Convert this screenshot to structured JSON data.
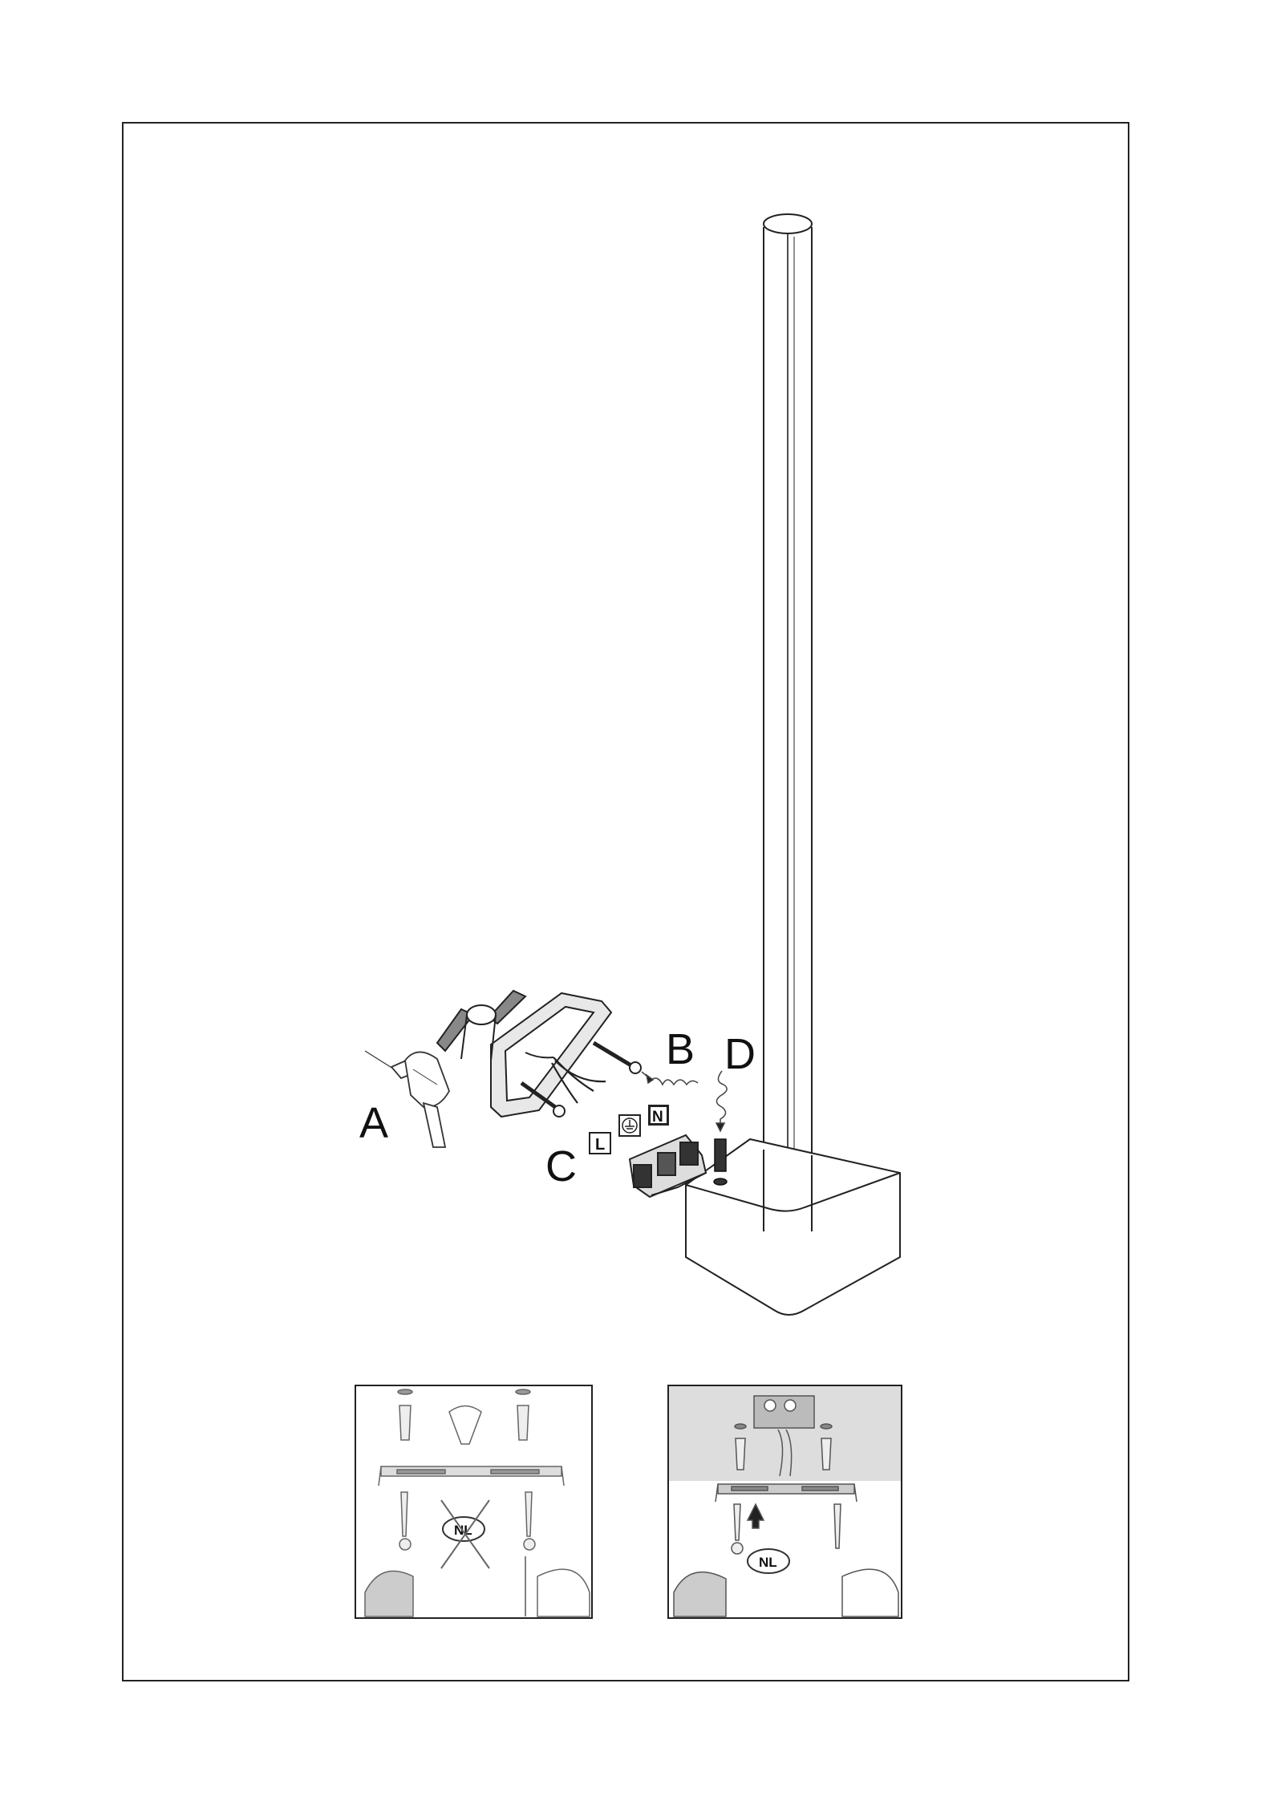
{
  "labels": {
    "a": "A",
    "b": "B",
    "c": "C",
    "d": "D",
    "l": "L",
    "n": "N"
  },
  "panels": {
    "left": {
      "badge": "NL"
    },
    "right": {
      "badge": "NL"
    }
  }
}
